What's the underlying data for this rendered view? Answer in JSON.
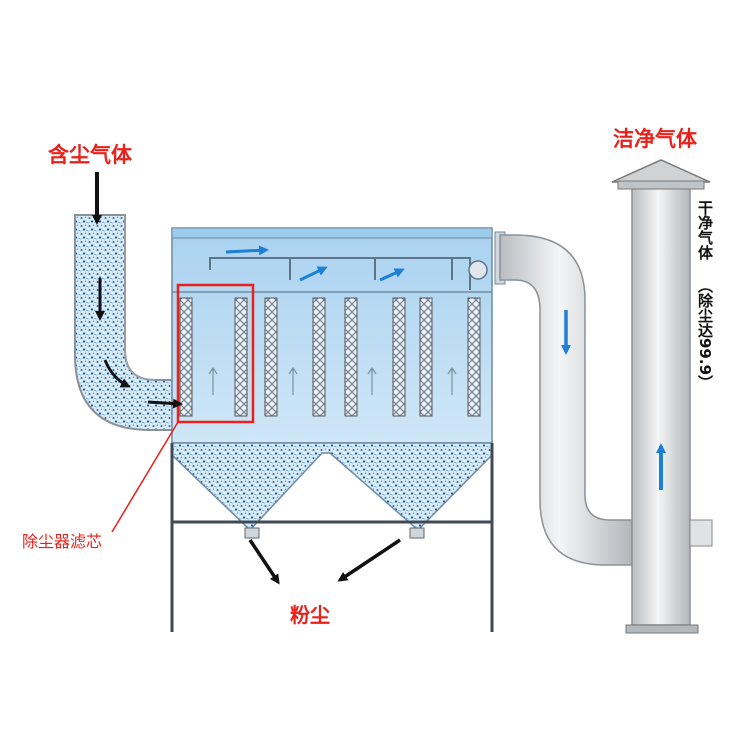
{
  "labels": {
    "inlet": "含尘气体",
    "clean_gas": "洁净气体",
    "filter_cartridge": "除尘器滤芯",
    "dust": "粉尘",
    "dry_clean_gas": "干净气体",
    "removal_rate": "（除尘达99.9）"
  },
  "colors": {
    "label_red": "#e8211b",
    "housing_blue": "#bcdcf3",
    "flow_arrow_blue": "#1e7fd6",
    "duct_gray": "#d7dadd",
    "arrow_black": "#111111"
  }
}
